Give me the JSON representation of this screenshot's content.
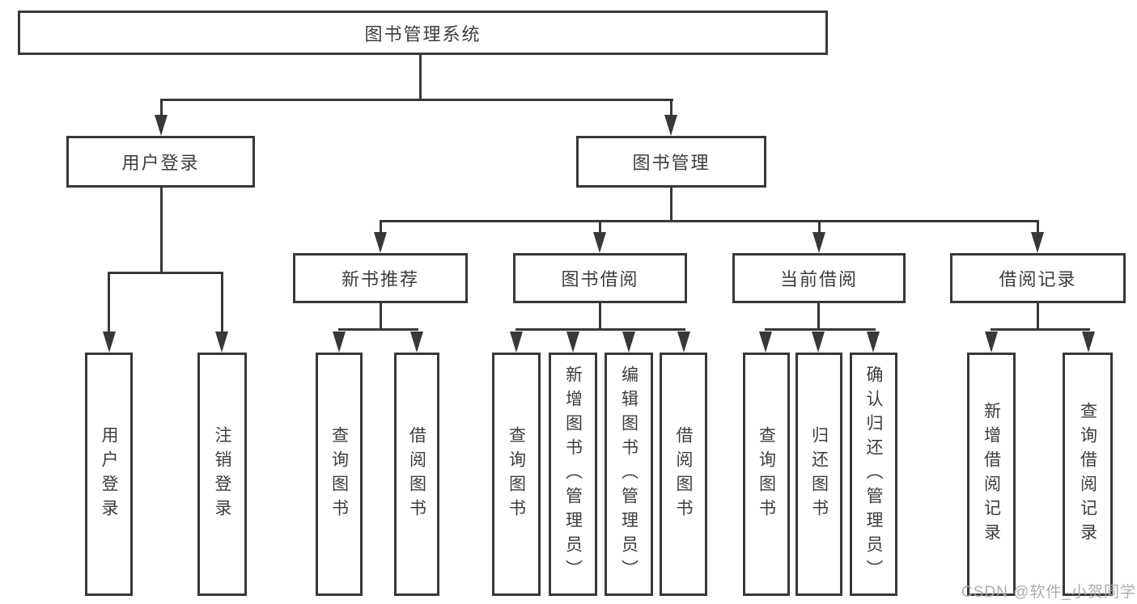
{
  "diagram": {
    "root": {
      "label": "图书管理系统"
    },
    "level2": [
      {
        "label": "用户登录"
      },
      {
        "label": "图书管理"
      }
    ],
    "level3": [
      {
        "label": "新书推荐"
      },
      {
        "label": "图书借阅"
      },
      {
        "label": "当前借阅"
      },
      {
        "label": "借阅记录"
      }
    ],
    "leaves": {
      "user_login": [
        {
          "label": "用户登录"
        },
        {
          "label": "注销登录"
        }
      ],
      "new_book_recommend": [
        {
          "label": "查询图书"
        },
        {
          "label": "借阅图书"
        }
      ],
      "book_borrow": [
        {
          "label": "查询图书"
        },
        {
          "label": "新增图书（管理员）"
        },
        {
          "label": "编辑图书（管理员）"
        },
        {
          "label": "借阅图书"
        }
      ],
      "current_borrow": [
        {
          "label": "查询图书"
        },
        {
          "label": "归还图书"
        },
        {
          "label": "确认归还（管理员）"
        }
      ],
      "borrow_records": [
        {
          "label": "新增借阅记录"
        },
        {
          "label": "查询借阅记录"
        }
      ]
    },
    "watermark": "CSDN @软件_小贺同学",
    "colors": {
      "line": "#383838",
      "text": "#3d3d3d",
      "watermark": "#a9a9a9",
      "background": "#ffffff"
    }
  }
}
